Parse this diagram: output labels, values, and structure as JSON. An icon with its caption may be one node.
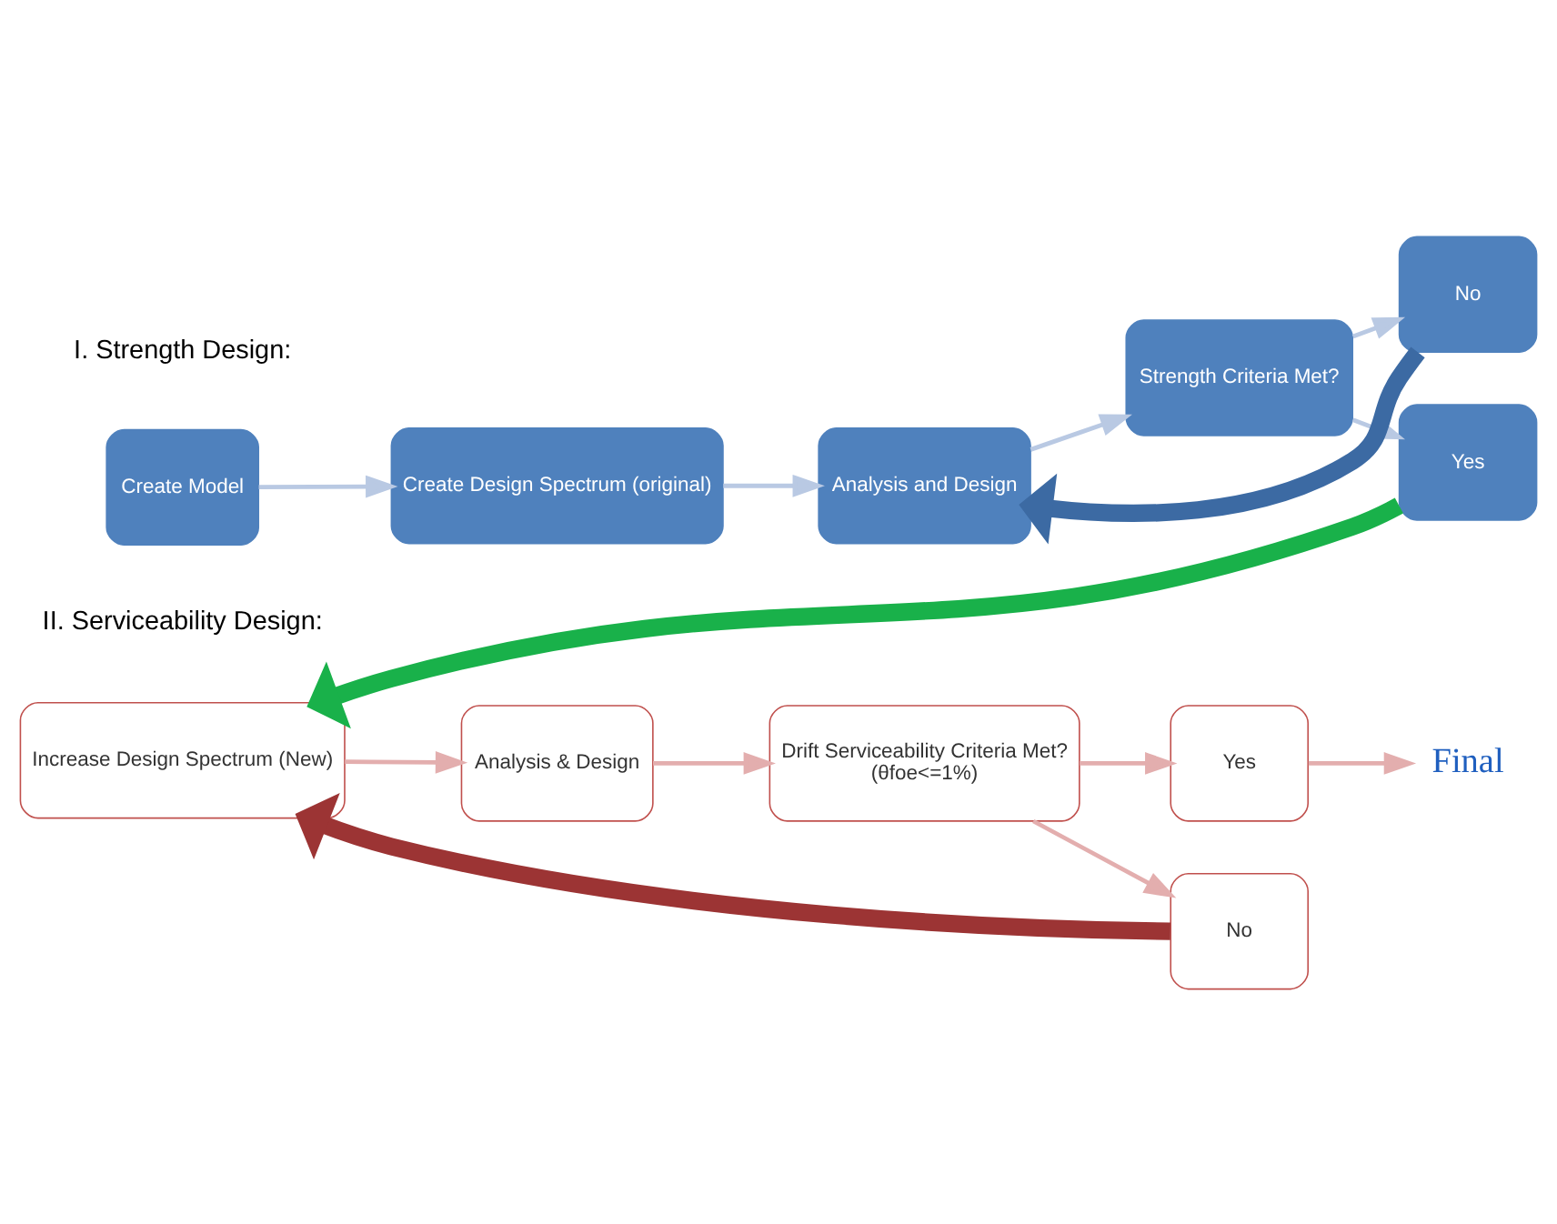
{
  "diagram": {
    "nodes": [
      {
        "text": [
          "Create Model"
        ]
      },
      {
        "text": [
          "Create Design Spectrum (original)"
        ]
      },
      {
        "text": [
          "Analysis and Design"
        ]
      },
      {
        "text": [
          "Strength Criteria Met?"
        ]
      },
      {
        "text": [
          "No"
        ]
      },
      {
        "text": [
          "Yes"
        ]
      },
      {
        "text": [
          "Increase Design Spectrum (New)"
        ]
      },
      {
        "text": [
          "Analysis & Design"
        ]
      },
      {
        "text": [
          "Drift Serviceability Criteria Met?",
          "(θfoe<=1%)"
        ]
      },
      {
        "text": [
          "Yes"
        ]
      },
      {
        "text": [
          "Final"
        ]
      },
      {
        "text": [
          "No"
        ]
      }
    ],
    "edges": [
      {
        "from": 0,
        "to": 1,
        "arrow": "to"
      },
      {
        "from": 1,
        "to": 2,
        "arrow": "to"
      },
      {
        "from": 2,
        "to": 3,
        "arrow": "to"
      },
      {
        "from": 3,
        "to": 4,
        "arrow": "to"
      },
      {
        "from": 3,
        "to": 5,
        "arrow": "to"
      },
      {
        "from": 4,
        "to": 2,
        "arrow": "to",
        "style": "thick",
        "color": "#3c6aa3"
      },
      {
        "from": 5,
        "to": 6,
        "arrow": "to",
        "style": "thick",
        "color": "#19b14a"
      },
      {
        "from": 6,
        "to": 7,
        "arrow": "to",
        "color": "#e3aeae"
      },
      {
        "from": 7,
        "to": 8,
        "arrow": "to",
        "color": "#e3aeae"
      },
      {
        "from": 8,
        "to": 9,
        "arrow": "to",
        "color": "#e3aeae"
      },
      {
        "from": 8,
        "to": 11,
        "arrow": "to",
        "color": "#e3aeae"
      },
      {
        "from": 9,
        "to": 10,
        "arrow": "to",
        "color": "#e3aeae"
      },
      {
        "from": 11,
        "to": 6,
        "arrow": "to",
        "style": "thick",
        "color": "#9c3434"
      }
    ],
    "labels": [
      "I. Strength Design:",
      "II. Serviceability Design:"
    ]
  }
}
